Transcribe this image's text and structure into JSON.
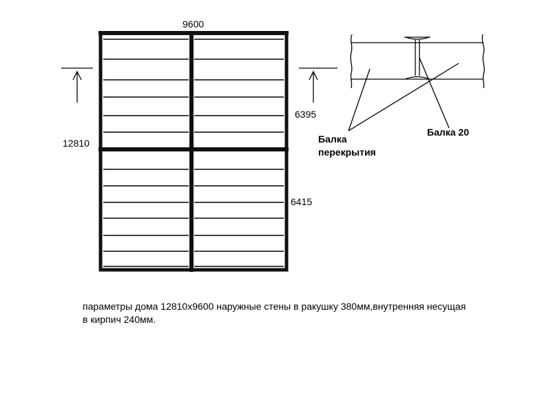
{
  "plan": {
    "width_label": "9600",
    "height_label": "12810",
    "upper_span_label": "6395",
    "lower_span_label": "6415"
  },
  "section": {
    "floor_beam_label_line1": "Балка",
    "floor_beam_label_line2": "перекрытия",
    "steel_beam_label": "Балка 20"
  },
  "caption": {
    "line1": "параметры дома 12810х9600 наружные стены в ракушку 380мм,внутренняя несущая",
    "line2": "в кирпич 240мм."
  },
  "colors": {
    "ink": "#000000",
    "wall": "#111111",
    "background": "#ffffff"
  }
}
